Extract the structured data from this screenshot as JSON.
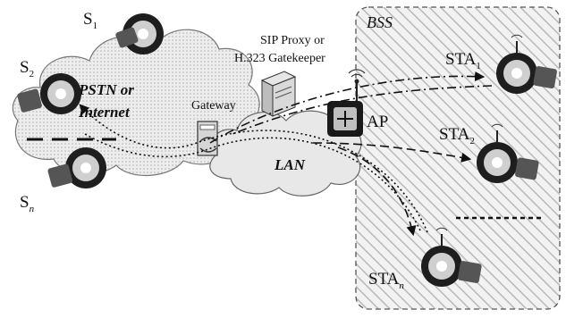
{
  "diagram": {
    "bss_label": "BSS",
    "cloud_pstn_label_line1": "PSTN or",
    "cloud_pstn_label_line2": "Internet",
    "gateway_label": "Gateway",
    "lan_label": "LAN",
    "proxy_label_line1": "SIP Proxy or",
    "proxy_label_line2": "H.323 Gatekeeper",
    "ap_label": "AP",
    "stations": [
      {
        "base": "STA",
        "sub": "1"
      },
      {
        "base": "STA",
        "sub": "2"
      },
      {
        "base": "STA",
        "sub": "n"
      }
    ],
    "phones": [
      {
        "base": "S",
        "sub": "1"
      },
      {
        "base": "S",
        "sub": "2"
      },
      {
        "base": "S",
        "sub": "n"
      }
    ]
  }
}
